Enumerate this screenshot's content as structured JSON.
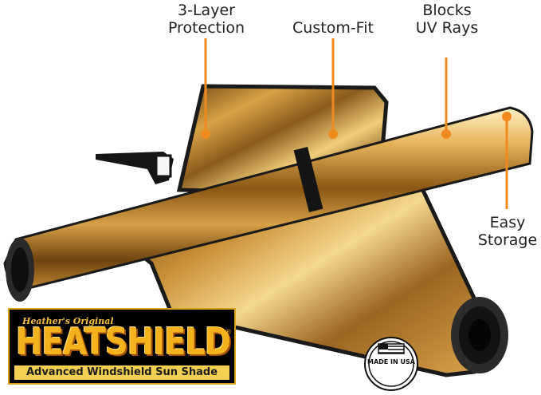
{
  "callouts": {
    "layer": [
      "3-Layer",
      "Protection"
    ],
    "fit": [
      "Custom-Fit"
    ],
    "uv": [
      "Blocks",
      "UV Rays"
    ],
    "storage": [
      "Easy",
      "Storage"
    ]
  },
  "logo": {
    "brand_top": "Heather's Original",
    "brand_main": "HEATSHIELD",
    "registered": "®",
    "tagline": "Advanced Windshield Sun Shade"
  },
  "badge": {
    "text": "MADE IN USA",
    "icon": "flag-icon"
  },
  "colors": {
    "accent": "#f08a1e",
    "gold": "#d9a21b",
    "logo_bg": "#000000",
    "tagline_bg": "#f4d052"
  }
}
